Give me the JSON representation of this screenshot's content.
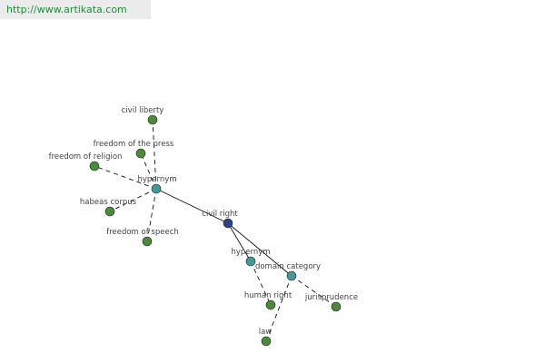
{
  "header": {
    "url": "http://www.artikata.com"
  },
  "colors": {
    "center_node": "#2e3f8c",
    "relation_node": "#3f9a9a",
    "term_node": "#4a8a3a",
    "url_text": "#1c8f38"
  },
  "graph": {
    "center": {
      "id": "civil-right",
      "label": "civil right"
    },
    "relations": [
      {
        "id": "hypernym-1",
        "label": "hypernym"
      },
      {
        "id": "hypernym-2",
        "label": "hypernym"
      },
      {
        "id": "domain-category",
        "label": "domain category"
      }
    ],
    "terms": [
      {
        "id": "civil-liberty",
        "label": "civil liberty"
      },
      {
        "id": "freedom-of-the-press",
        "label": "freedom of the press"
      },
      {
        "id": "freedom-of-religion",
        "label": "freedom of religion"
      },
      {
        "id": "habeas-corpus",
        "label": "habeas corpus"
      },
      {
        "id": "freedom-of-speech",
        "label": "freedom of speech"
      },
      {
        "id": "human-right",
        "label": "human right"
      },
      {
        "id": "law",
        "label": "law"
      },
      {
        "id": "jurisprudence",
        "label": "jurisprudence"
      }
    ]
  }
}
